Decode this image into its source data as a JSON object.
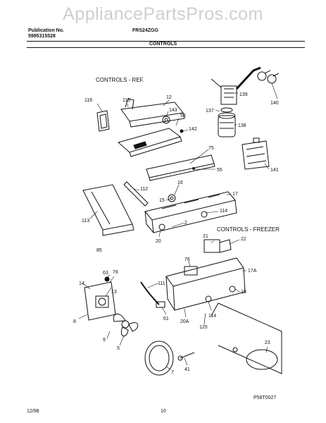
{
  "watermark": "AppliancePartsPros.com",
  "header": {
    "publication_label": "Publication No.",
    "publication_number": "5995315528",
    "model": "FRS24ZGG",
    "section_title": "CONTROLS"
  },
  "diagram": {
    "heading_ref": "CONTROLS - REF.",
    "heading_freezer": "CONTROLS - FREEZER",
    "callouts": {
      "c116": "116",
      "c115": "115",
      "c12": "12",
      "c143": "143",
      "c53": "53",
      "c142": "142",
      "c139": "139",
      "c140": "140",
      "c137": "137",
      "c138": "138",
      "c75": "75",
      "c55": "55",
      "c141": "141",
      "c112": "112",
      "c16": "16",
      "c15": "15",
      "c17": "17",
      "c114a": "114",
      "c113": "113",
      "c2": "2",
      "c20": "20",
      "c85": "85",
      "c21": "21",
      "c22": "22",
      "c76": "76",
      "c17a": "17A",
      "c63": "63",
      "c78": "78",
      "c14": "14",
      "c111": "111",
      "c13": "13",
      "c18": "18",
      "c8": "8",
      "c114b": "114",
      "c20a": "20A",
      "c125": "125",
      "c61": "61",
      "c9": "9",
      "c5": "5",
      "c23": "23",
      "c7": "7",
      "c41": "41"
    },
    "figure_code": "P58T0027"
  },
  "footer": {
    "date": "12/98",
    "page": "10"
  }
}
